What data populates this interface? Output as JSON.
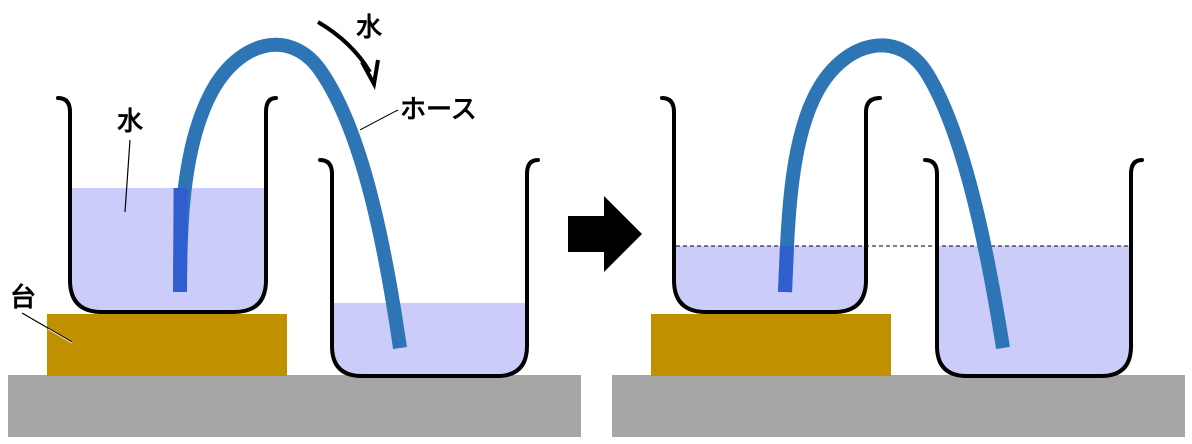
{
  "labels": {
    "water_flow": "水",
    "hose": "ホース",
    "water": "水",
    "stand": "台"
  },
  "colors": {
    "floor": "#a6a6a6",
    "stand": "#bf9000",
    "water": "#ccccfa",
    "hose": "#2e75b6",
    "hose_submerged": "#2f5fcf",
    "beaker_outline": "#000000",
    "arrow": "#000000"
  },
  "icons": [
    "flow-arrow-icon",
    "transition-arrow-icon"
  ]
}
